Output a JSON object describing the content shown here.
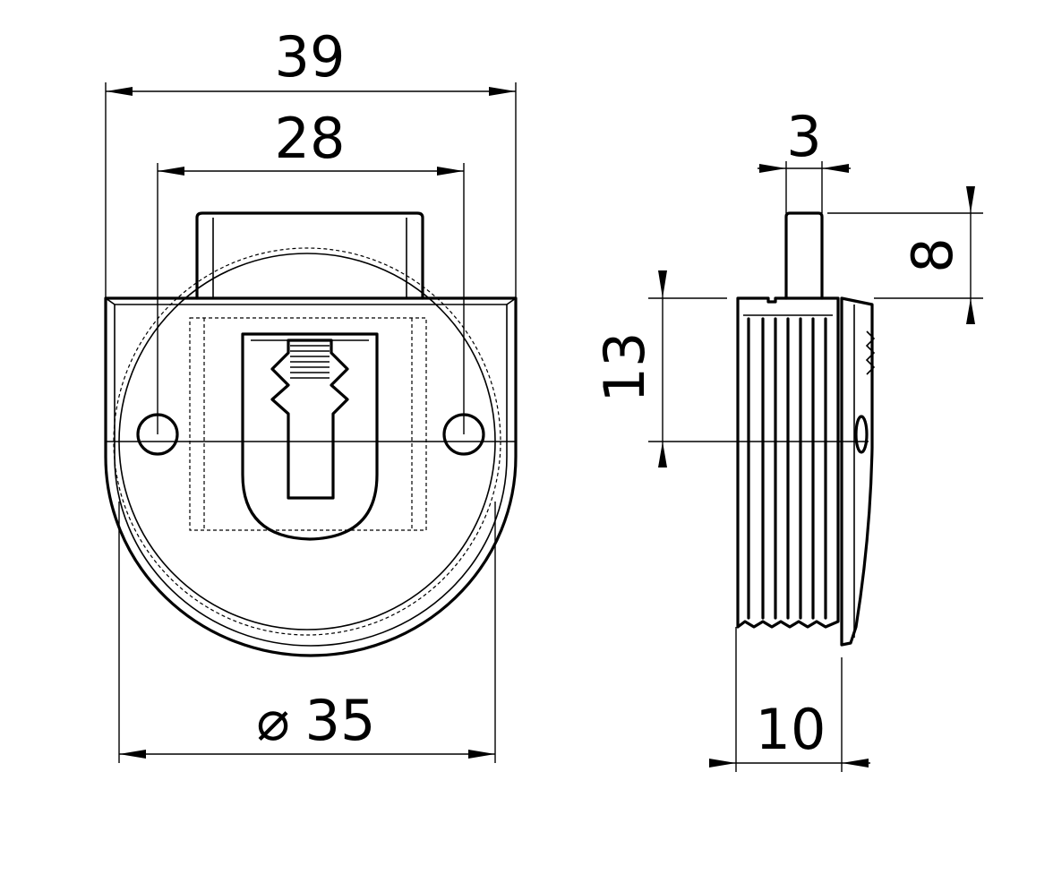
{
  "drawing": {
    "front_view": {
      "dim_overall_width": "39",
      "dim_hole_spacing": "28",
      "dim_diameter": "35",
      "diameter_symbol": "⌀"
    },
    "side_view": {
      "dim_pin_width": "3",
      "dim_pin_height": "8",
      "dim_hole_height": "13",
      "dim_depth": "10"
    },
    "colors": {
      "line": "#000000",
      "background": "#ffffff"
    }
  }
}
